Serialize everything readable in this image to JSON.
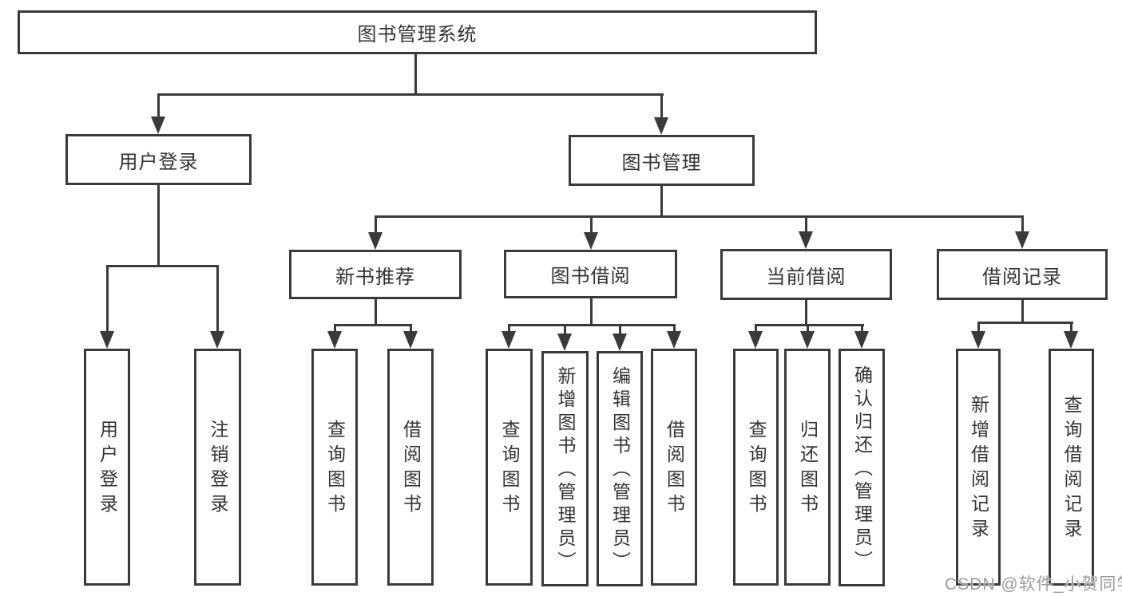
{
  "diagram": {
    "nodes": {
      "root": "图书管理系统",
      "user_login": "用户登录",
      "book_mgmt": "图书管理",
      "new_books": "新书推荐",
      "book_borrow": "图书借阅",
      "current_borrow": "当前借阅",
      "borrow_records": "借阅记录",
      "ul_login": "用户登录",
      "ul_logout": "注销登录",
      "nb_query": "查询图书",
      "nb_borrow": "借阅图书",
      "bb_query": "查询图书",
      "bb_add": "新增图书（管理员）",
      "bb_edit": "编辑图书（管理员）",
      "bb_borrow": "借阅图书",
      "cb_query": "查询图书",
      "cb_return": "归还图书",
      "cb_confirm": "确认归还（管理员）",
      "br_add": "新增借阅记录",
      "br_query": "查询借阅记录"
    },
    "hierarchy": {
      "图书管理系统": {
        "用户登录": [
          "用户登录",
          "注销登录"
        ],
        "图书管理": {
          "新书推荐": [
            "查询图书",
            "借阅图书"
          ],
          "图书借阅": [
            "查询图书",
            "新增图书（管理员）",
            "编辑图书（管理员）",
            "借阅图书"
          ],
          "当前借阅": [
            "查询图书",
            "归还图书",
            "确认归还（管理员）"
          ],
          "借阅记录": [
            "新增借阅记录",
            "查询借阅记录"
          ]
        }
      }
    },
    "watermark": "CSDN @软件_小贺同学",
    "colors": {
      "line": "#3a3a3a",
      "text": "#333333",
      "watermark": "#9b9b9b",
      "background": "#ffffff"
    }
  }
}
